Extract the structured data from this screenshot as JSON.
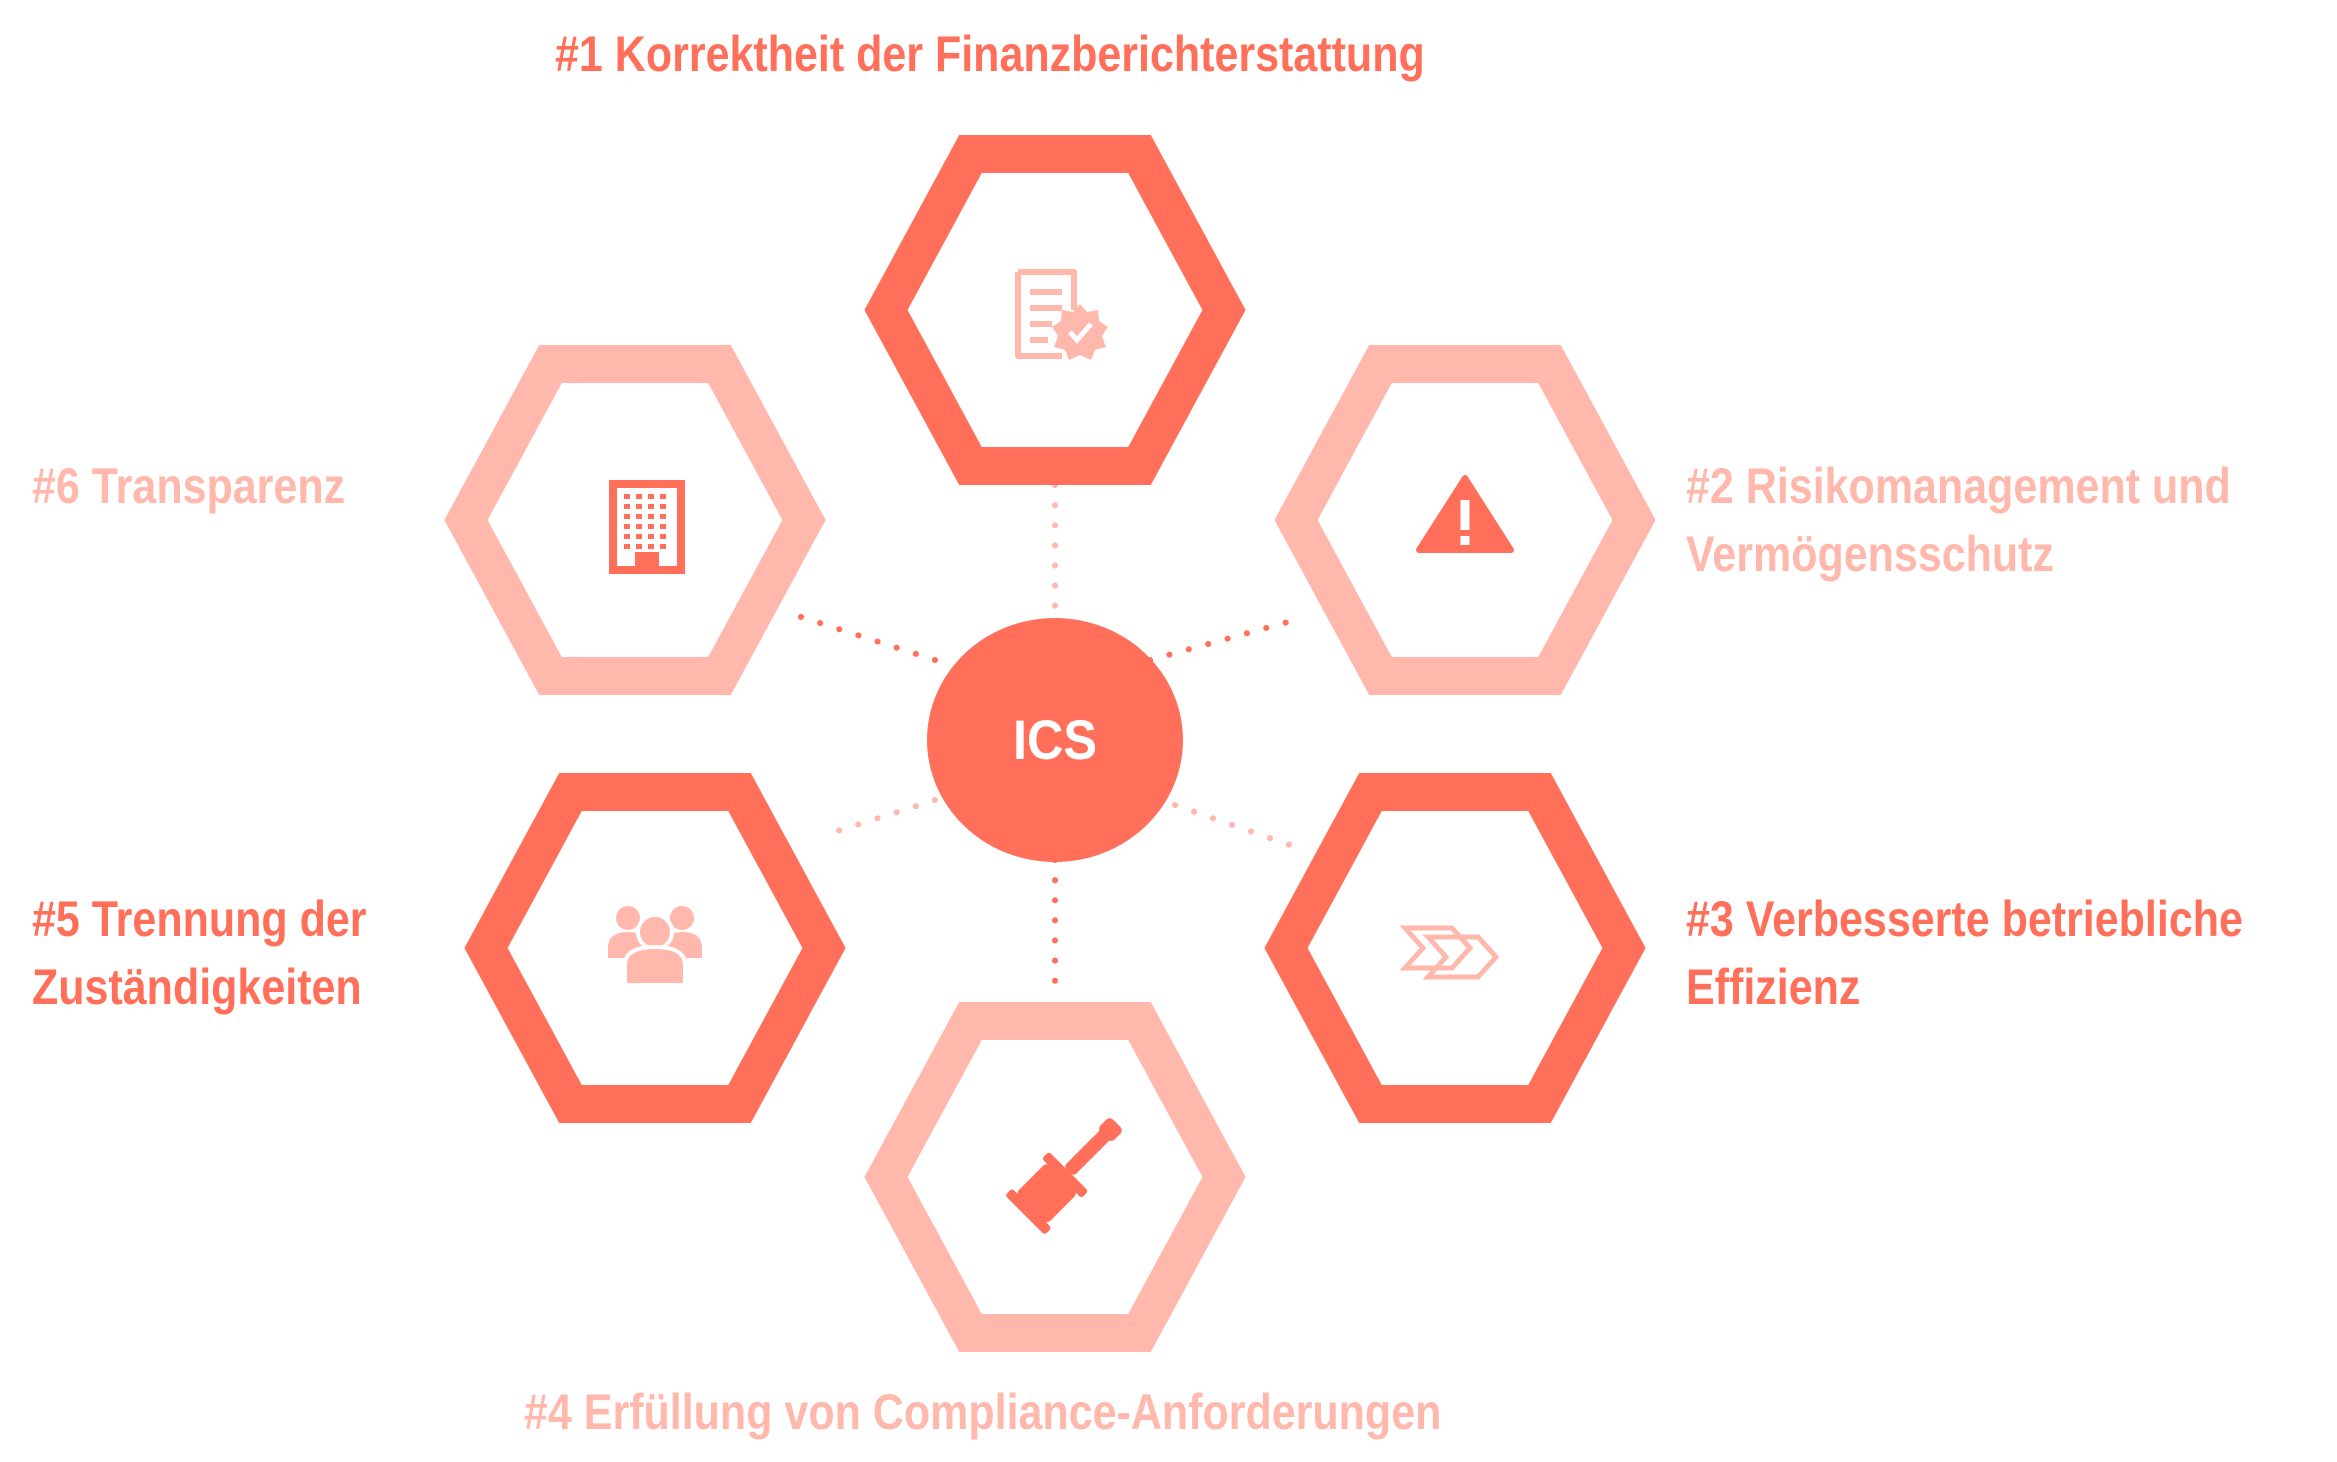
{
  "colors": {
    "dark": "#ff6f5a",
    "light": "#ffb8ab",
    "white": "#ffffff"
  },
  "center": {
    "label": "ICS"
  },
  "items": [
    {
      "number": "#1",
      "lines": [
        "#1 Korrektheit der Finanzberichterstattung"
      ],
      "icon": "certified-document-icon",
      "tone": "dark"
    },
    {
      "number": "#2",
      "lines": [
        "#2 Risikomanagement und",
        "Vermögensschutz"
      ],
      "icon": "warning-triangle-icon",
      "tone": "light"
    },
    {
      "number": "#3",
      "lines": [
        "#3 Verbesserte betriebliche",
        "Effizienz"
      ],
      "icon": "double-chevron-icon",
      "tone": "dark"
    },
    {
      "number": "#4",
      "lines": [
        "#4 Erfüllung von Compliance-Anforderungen"
      ],
      "icon": "gavel-icon",
      "tone": "light"
    },
    {
      "number": "#5",
      "lines": [
        "#5 Trennung der",
        "Zuständigkeiten"
      ],
      "icon": "user-group-icon",
      "tone": "dark"
    },
    {
      "number": "#6",
      "lines": [
        "#6 Transparenz"
      ],
      "icon": "office-building-icon",
      "tone": "light"
    }
  ]
}
